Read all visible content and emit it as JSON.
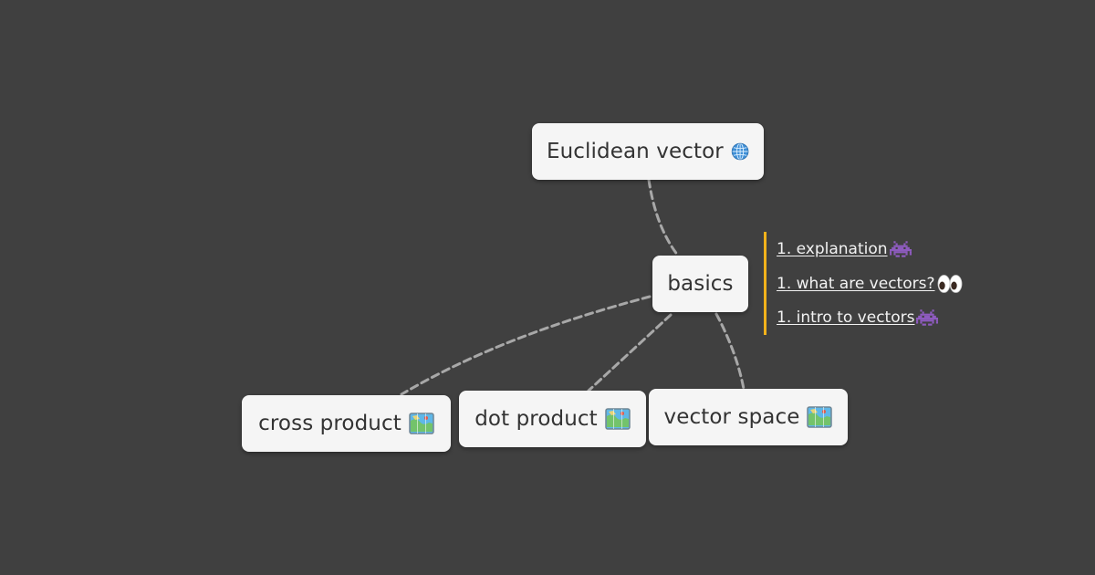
{
  "mindmap": {
    "nodes": {
      "root": {
        "label": "Euclidean vector",
        "icon": "globe-icon"
      },
      "basics": {
        "label": "basics"
      },
      "cross_product": {
        "label": "cross product",
        "icon": "map-icon"
      },
      "dot_product": {
        "label": "dot product",
        "icon": "map-icon"
      },
      "vector_space": {
        "label": "vector space",
        "icon": "map-icon"
      }
    },
    "edges": [
      {
        "from": "root",
        "to": "basics"
      },
      {
        "from": "basics",
        "to": "cross_product"
      },
      {
        "from": "basics",
        "to": "dot_product"
      },
      {
        "from": "basics",
        "to": "vector_space"
      }
    ],
    "links": [
      {
        "label": "1. explanation ",
        "icon": "space-invader-icon"
      },
      {
        "label": "1. what are vectors? ",
        "icon": "eyes-icon"
      },
      {
        "label": "1. intro to vectors ",
        "icon": "space-invader-icon"
      }
    ]
  },
  "colors": {
    "background": "#404040",
    "node_fill": "#f5f5f5",
    "node_text": "#333333",
    "edge": "#a8a8a8",
    "link_bar": "#f2b21b",
    "link_text": "#f2f2f2"
  }
}
